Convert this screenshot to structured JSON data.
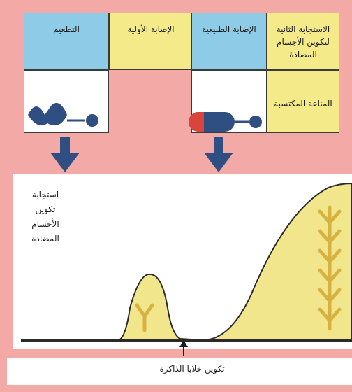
{
  "columns": {
    "vaccination": "التطعيم",
    "primary_infection": "الإصابة الأولية",
    "natural_infection": "الإصابة الطبيعية",
    "secondary_response": "الاستجابة الثانية لتكوين الأجسام المضادة"
  },
  "acquired_immunity": "المناعة المكتسبة",
  "y_axis_label": "استجابة تكوين الأجسام المضادة",
  "memory_cells_label": "تكوين خلايا الذاكرة",
  "colors": {
    "background": "#f3a9a5",
    "blue_cell": "#8ecbe6",
    "yellow_cell": "#f4ea8a",
    "curve_fill": "#f2e68c",
    "arrow": "#2f4f82",
    "antibody": "#d8b240",
    "pathogen_red": "#d9453a"
  }
}
